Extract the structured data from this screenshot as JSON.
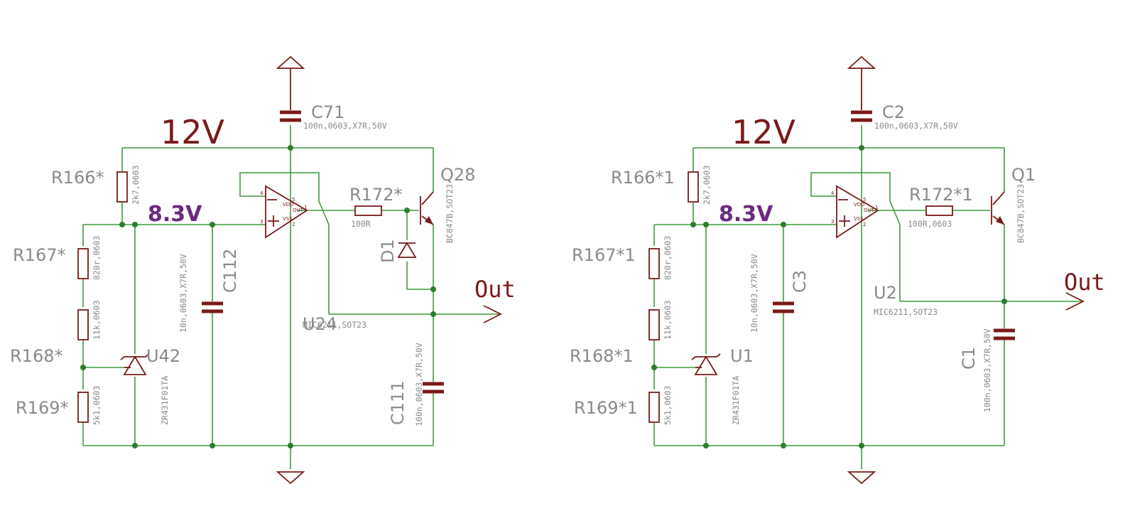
{
  "left": {
    "supply_label": "12V",
    "ref_label": "8.3V",
    "out_label": "Out",
    "c_top": {
      "name": "C71",
      "value": "100n,0603,X7R,50V"
    },
    "r_top": {
      "name": "R166*",
      "value": "2k7,0603"
    },
    "r_mid": {
      "name": "R167*",
      "value": "820r,0603"
    },
    "r_low": {
      "name": "R168*",
      "value": "11k,0603"
    },
    "r_bot": {
      "name": "R169*",
      "value": "5k1,0603"
    },
    "zener": {
      "name": "U42",
      "value": "ZR431F01TA"
    },
    "c_ref": {
      "name": "C112",
      "value": "10n,0603,X7R,50V"
    },
    "opamp": {
      "name": "U24",
      "value": "MIC6211,SOT23"
    },
    "r_base": {
      "name": "R172*",
      "value": "100R"
    },
    "transistor": {
      "name": "Q28",
      "value": "BC847B,SOT23"
    },
    "diode": {
      "name": "D1"
    },
    "c_out": {
      "name": "C111",
      "value": "100n,0603,X7R,50V"
    }
  },
  "right": {
    "supply_label": "12V",
    "ref_label": "8.3V",
    "out_label": "Out",
    "c_top": {
      "name": "C2",
      "value": "100n,0603,X7R,50V"
    },
    "r_top": {
      "name": "R166*1",
      "value": "2k7,0603"
    },
    "r_mid": {
      "name": "R167*1",
      "value": "820r,0603"
    },
    "r_low": {
      "name": "R168*1",
      "value": "11k,0603"
    },
    "r_bot": {
      "name": "R169*1",
      "value": "5k1,0603"
    },
    "zener": {
      "name": "U1",
      "value": "ZR431F01TA"
    },
    "c_ref": {
      "name": "C3",
      "value": "10n,0603,X7R,50V"
    },
    "opamp": {
      "name": "U2",
      "value": "MIC6211,SOT23"
    },
    "r_base": {
      "name": "R172*1",
      "value": "100R,0603"
    },
    "transistor": {
      "name": "Q1",
      "value": "BC847B,SOT23"
    },
    "c_out": {
      "name": "C1",
      "value": "100n,0603,X7R,50V"
    }
  },
  "opamp_pins": {
    "p1": "1",
    "p2": "2",
    "p3": "3",
    "p4": "4",
    "p5": "5",
    "vdd": "VDD",
    "vss": "VSS",
    "out": "OUT"
  },
  "colors": {
    "wire": "#3f9a3f",
    "part": "#7a1a1a",
    "junction": "#2d7d2d",
    "label": "#8a8a8a",
    "reference": "#6b2a80"
  }
}
